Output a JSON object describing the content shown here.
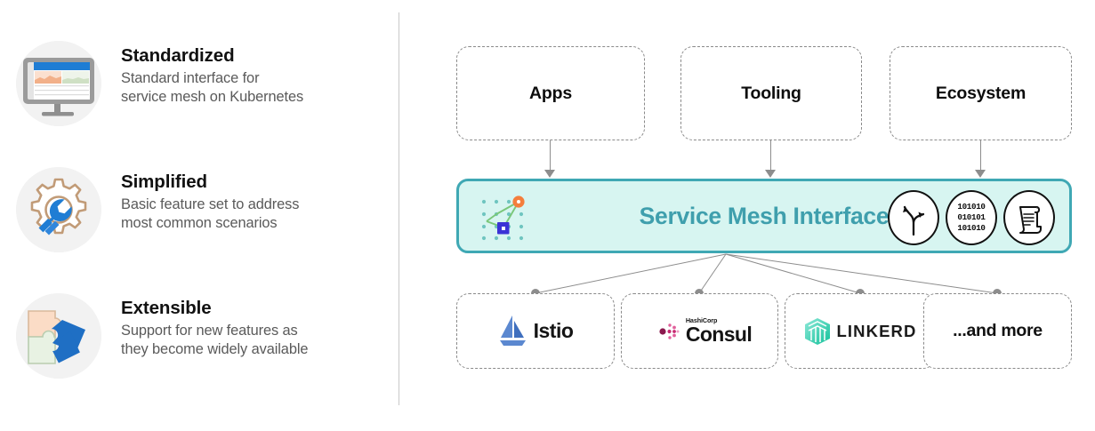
{
  "left_panel": {
    "features": [
      {
        "id": "standardized",
        "icon": "monitor-dashboard-icon",
        "title": "Standardized",
        "description": "Standard interface for\nservice mesh on Kubernetes"
      },
      {
        "id": "simplified",
        "icon": "gear-wrench-icon",
        "title": "Simplified",
        "description": "Basic feature set to address\nmost common scenarios"
      },
      {
        "id": "extensible",
        "icon": "puzzle-pieces-icon",
        "title": "Extensible",
        "description": "Support for new features as\nthey become widely available"
      }
    ]
  },
  "diagram": {
    "top_boxes": [
      {
        "id": "apps",
        "label": "Apps"
      },
      {
        "id": "tooling",
        "label": "Tooling"
      },
      {
        "id": "ecosystem",
        "label": "Ecosystem"
      }
    ],
    "center_bar": {
      "title": "Service Mesh Interface",
      "logo_icon": "smi-logo-icon",
      "icons": [
        {
          "id": "traffic-split",
          "icon": "traffic-split-icon"
        },
        {
          "id": "binary",
          "icon": "binary-data-icon",
          "lines": [
            "101010",
            "010101",
            "101010"
          ]
        },
        {
          "id": "spec",
          "icon": "scroll-document-icon"
        }
      ]
    },
    "bottom_boxes": [
      {
        "id": "istio",
        "label": "Istio",
        "icon": "istio-sail-icon"
      },
      {
        "id": "consul",
        "label": "Consul",
        "vendor": "HashiCorp",
        "icon": "consul-logo-icon"
      },
      {
        "id": "linkerd",
        "label": "LINKERD",
        "icon": "linkerd-logo-icon"
      },
      {
        "id": "more",
        "label": "...and more"
      }
    ]
  },
  "colors": {
    "bar_fill": "#d7f5f1",
    "bar_border": "#3fa8b4",
    "bar_text": "#3f9fad",
    "dashed_border": "#8a8a8a",
    "connector": "#8d8d8d",
    "istio_blue": "#4a7ec4",
    "consul_magenta": "#c62a71",
    "linkerd_teal": "#2bd0ae",
    "title_text": "#111111",
    "body_text": "#5a5a5a"
  }
}
